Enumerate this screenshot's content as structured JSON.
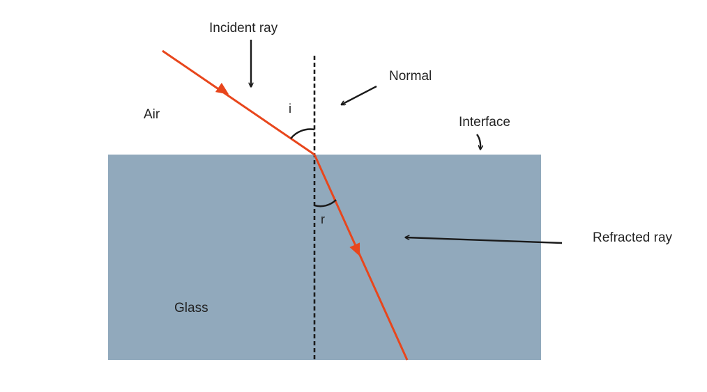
{
  "labels": {
    "incident_ray": "Incident ray",
    "normal": "Normal",
    "air": "Air",
    "interface": "Interface",
    "angle_i": "i",
    "angle_r": "r",
    "refracted_ray": "Refracted ray",
    "glass": "Glass"
  },
  "colors": {
    "glass_fill": "#91a9bc",
    "ray": "#e8461c",
    "normal_line": "#1a1a1a",
    "pointer_arrow": "#1a1a1a",
    "text": "#222222"
  }
}
